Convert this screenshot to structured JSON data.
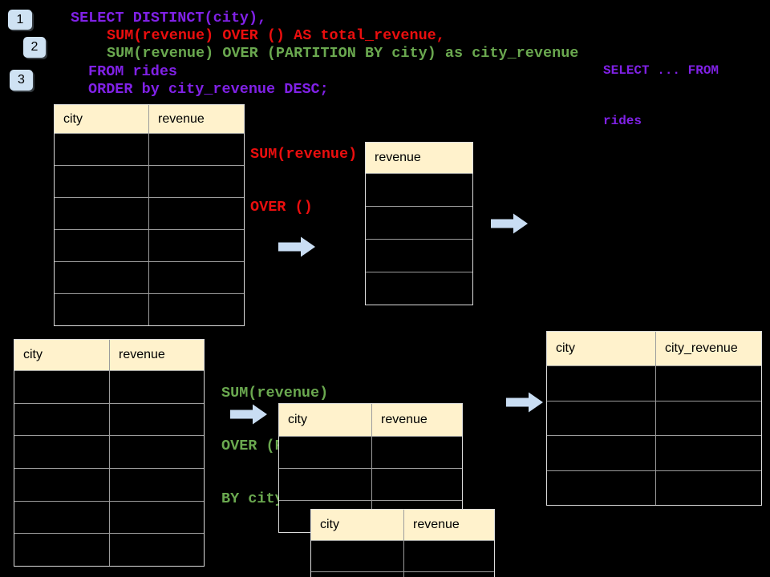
{
  "colors": {
    "background": "#000000",
    "sql_purple": "#8021E6",
    "sql_red": "#EA0E0E",
    "sql_green": "#6AA84F",
    "table_header_fill": "#FFF2CC",
    "table_grid": "#9C9C9C",
    "badge_fill": "#CFE2F3",
    "arrow_fill": "#C9DDF3"
  },
  "badges": [
    {
      "label": "1"
    },
    {
      "label": "2"
    },
    {
      "label": "3"
    }
  ],
  "sql": {
    "line1": "SELECT DISTINCT(city),",
    "line2": "SUM(revenue) OVER () AS total_revenue,",
    "line3": "SUM(revenue) OVER (PARTITION BY city) as city_revenue",
    "line4": "FROM rides",
    "line5": "ORDER by city_revenue DESC;"
  },
  "side_note": {
    "line1": "SELECT ... FROM",
    "line2": "rides"
  },
  "annotations": {
    "total_revenue": {
      "line1": "SUM(revenue)",
      "line2": "OVER ()"
    },
    "city_revenue": {
      "line1": "SUM(revenue)",
      "line2": "OVER (PARTITION",
      "line3": "BY city)"
    }
  },
  "tables": {
    "source_top": {
      "headers": [
        "city",
        "revenue"
      ],
      "rows": 6
    },
    "total_revenue": {
      "headers": [
        "revenue"
      ],
      "rows": 4
    },
    "source_bottom": {
      "headers": [
        "city",
        "revenue"
      ],
      "rows": 6
    },
    "partition_a": {
      "headers": [
        "city",
        "revenue"
      ],
      "rows": 3
    },
    "partition_b": {
      "headers": [
        "city",
        "revenue"
      ],
      "rows": 2
    },
    "city_revenue": {
      "headers": [
        "city",
        "city_revenue"
      ],
      "rows": 4
    }
  }
}
